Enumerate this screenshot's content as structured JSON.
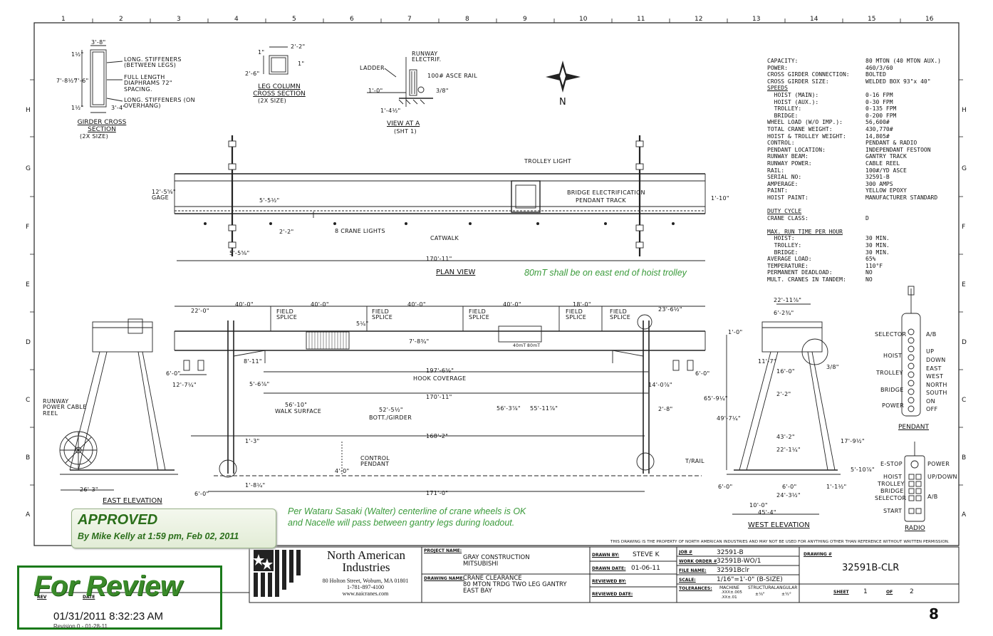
{
  "grid": {
    "columns": [
      "1",
      "2",
      "3",
      "4",
      "5",
      "6",
      "7",
      "8",
      "9",
      "10",
      "11",
      "12",
      "13",
      "14",
      "15",
      "16"
    ],
    "rows": [
      "H",
      "G",
      "F",
      "E",
      "D",
      "C",
      "B",
      "A"
    ]
  },
  "girder_section": {
    "dims": {
      "top": "3'-8\"",
      "left_top": "1½\"",
      "height_outer": "7'-8½\"",
      "height_inner": "7'-6\"",
      "bottom_left": "1½\"",
      "bottom": "3'-4\""
    },
    "callouts": [
      "LONG. STIFFENERS (BETWEEN LEGS)",
      "FULL LENGTH DIAPHRAMS 72\" SPACING.",
      "LONG. STIFFENERS (ON OVERHANG)"
    ],
    "title": "GIRDER CROSS SECTION",
    "scale": "(2X SIZE)"
  },
  "leg_section": {
    "dims": {
      "top_right": "2'-2\"",
      "top_left": "1\"",
      "right": "1\"",
      "left": "2'-6\""
    },
    "title": "LEG COLUMN CROSS SECTION",
    "scale": "(2X SIZE)"
  },
  "view_a": {
    "labels": {
      "runway": "RUNWAY ELECTRIF.",
      "ladder": "LADDER",
      "rail": "100# ASCE RAIL",
      "dim_left": "1'-0\"",
      "dim_small": "3/8\"",
      "dim_bottom": "1'-4½\""
    },
    "title": "VIEW AT A",
    "ref": "(SHT 1)"
  },
  "compass": {
    "label": "N"
  },
  "specs": {
    "rows": [
      {
        "k": "CAPACITY:",
        "v": "80 MTON (40 MTON AUX.)"
      },
      {
        "k": "POWER:",
        "v": "460/3/60"
      },
      {
        "k": "CROSS GIRDER CONNECTION:",
        "v": "BOLTED"
      },
      {
        "k": "CROSS GIRDER SIZE:",
        "v": "WELDED BOX 93\"x 40\""
      },
      {
        "k": "SPEEDS",
        "v": "",
        "u": true
      },
      {
        "k": "  HOIST (MAIN):",
        "v": "0-16 FPM"
      },
      {
        "k": "  HOIST (AUX.):",
        "v": "0-30 FPM"
      },
      {
        "k": "  TROLLEY:",
        "v": "0-135 FPM"
      },
      {
        "k": "  BRIDGE:",
        "v": "0-200 FPM"
      },
      {
        "k": "WHEEL LOAD (W/O IMP.):",
        "v": "56,600#"
      },
      {
        "k": "TOTAL CRANE WEIGHT:",
        "v": "430,770#"
      },
      {
        "k": "HOIST & TROLLEY WEIGHT:",
        "v": "14,805#"
      },
      {
        "k": "CONTROL:",
        "v": "PENDANT & RADIO"
      },
      {
        "k": "PENDANT LOCATION:",
        "v": "INDEPENDANT FESTOON"
      },
      {
        "k": "RUNWAY BEAM:",
        "v": "GANTRY TRACK"
      },
      {
        "k": "RUNWAY POWER:",
        "v": "CABLE REEL"
      },
      {
        "k": "RAIL:",
        "v": "100#/YD ASCE"
      },
      {
        "k": "SERIAL NO:",
        "v": "32591-B"
      },
      {
        "k": "AMPERAGE:",
        "v": "300 AMPS"
      },
      {
        "k": "PAINT:",
        "v": "YELLOW EPOXY"
      },
      {
        "k": "HOIST PAINT:",
        "v": "MANUFACTURER STANDARD"
      },
      {
        "k": "",
        "v": ""
      },
      {
        "k": "DUTY CYCLE",
        "v": "",
        "u": true
      },
      {
        "k": "CRANE CLASS:",
        "v": "D"
      },
      {
        "k": "",
        "v": ""
      },
      {
        "k": "MAX. RUN TIME PER HOUR",
        "v": "",
        "u": true
      },
      {
        "k": "  HOIST:",
        "v": "30 MIN."
      },
      {
        "k": "  TROLLEY:",
        "v": "30 MIN."
      },
      {
        "k": "  BRIDGE:",
        "v": "30 MIN."
      },
      {
        "k": "AVERAGE LOAD:",
        "v": "65%"
      },
      {
        "k": "TEMPERATURE:",
        "v": "110°F"
      },
      {
        "k": "PERMANENT DEADLOAD:",
        "v": "NO"
      },
      {
        "k": "MULT. CRANES IN TANDEM:",
        "v": "NO"
      }
    ]
  },
  "plan_view": {
    "labels": {
      "trolley_light": "TROLLEY LIGHT",
      "bridge_elec": "BRIDGE ELECTRIFICATION",
      "pendant_track": "PENDANT TRACK",
      "gage_label": "12'-5⅝\" GAGE",
      "dim_right": "1'-10\"",
      "dim_top": "5'-5½\"",
      "dim_22": "2'-2\"",
      "crane_lights": "8 CRANE LIGHTS",
      "catwalk": "CATWALK",
      "dim_bottom": "5'-5⅝\"",
      "overall": "170'-11\""
    },
    "title": "PLAN VIEW"
  },
  "note_east": "80mT shall be on east end of hoist trolley",
  "front_elevation": {
    "top_dims": [
      "22'-0\"",
      "40'-0\"",
      "40'-0\"",
      "40'-0\"",
      "40'-0\"",
      "18'-0\"",
      "23'-6½\""
    ],
    "splice": "FIELD SPLICE",
    "labels": {
      "d54": "5¼\"",
      "d78": "7'-8¾\"",
      "mt40": "40mT",
      "mt80": "80mT",
      "d811": "8'-11\"",
      "hook_dim": "197'-6⅝\"",
      "hook": "HOOK COVERAGE",
      "d56": "5'-6⅞\"",
      "d6l": "6'-0\"",
      "d12": "12'-7¼\"",
      "d170": "170'-11\"",
      "d5610": "56'-10\"",
      "walk": "WALK SURFACE",
      "d525": "52'-5½\"",
      "bott": "BOTT./GIRDER",
      "d563": "56'-3⅞\"",
      "d551": "55'-11⅞\"",
      "d140": "14'-0⅞\"",
      "d28": "2'-8\"",
      "d168": "168'-2\"",
      "d13": "1'-3\"",
      "ctrl": "CONTROL PENDANT",
      "d40": "4'-0\"",
      "d18": "1'-8¼\"",
      "d171": "171'-0\"",
      "d6b": "6'-0\"",
      "d6r": "6'-0\""
    }
  },
  "east_elevation": {
    "title": "EAST ELEVATION",
    "labels": {
      "reel": "RUNWAY POWER CABLE REEL",
      "d263": "26'-3\""
    }
  },
  "west_elevation": {
    "title": "WEST ELEVATION",
    "labels": {
      "d2211": "22'-11⅞\"",
      "d623": "6'-2¾\"",
      "d10": "1'-0\"",
      "d117": "11'-7\"",
      "d160": "16'-0\"",
      "d38": "3/8\"",
      "d659": "65'-9¼\"",
      "d22": "2'-2\"",
      "d497": "49'-7¼\"",
      "d432": "43'-2\"",
      "d221": "22'-1¼\"",
      "d179": "17'-9½\"",
      "trail": "T/RAIL",
      "d510": "5'-10⅞\"",
      "d60a": "6'-0\"",
      "d60b": "6'-0\"",
      "d11": "1'-1½\"",
      "d243": "24'-3½\"",
      "d100": "10'-0\"",
      "d454": "45'-4\""
    }
  },
  "pendant": {
    "title": "PENDANT",
    "left": [
      "SELECTOR",
      "HOIST",
      "TROLLEY",
      "BRIDGE",
      "POWER"
    ],
    "right": [
      "A/B",
      "UP",
      "DOWN",
      "EAST",
      "WEST",
      "NORTH",
      "SOUTH",
      "ON",
      "OFF"
    ]
  },
  "radio": {
    "title": "RADIO",
    "left": [
      "E-STOP",
      "HOIST",
      "TROLLEY",
      "BRIDGE",
      "SELECTOR",
      "START"
    ],
    "right": [
      "POWER",
      "UP/DOWN",
      "A/B"
    ]
  },
  "approved": {
    "title": "APPROVED",
    "by": "By Mike Kelly at 1:59 pm, Feb 02, 2011"
  },
  "note_loadout": {
    "line1": "Per Wataru Sasaki (Walter) centerline of crane wheels is OK",
    "line2": "and Nacelle will pass between gantry legs during loadout."
  },
  "property_notice": "THIS DRAWING IS THE PROPERTY OF NORTH AMERICAN INDUSTRIES AND MAY NOT BE USED FOR ANYTHING OTHER THAN REFERENCE WITHOUT WRITTEN PERMISSION.",
  "title_block": {
    "company": {
      "line1": "North American",
      "line2": "Industries",
      "address": "80 Holton Street, Woburn, MA 01801",
      "phone": "1-781-897-4100",
      "web": "www.naicranes.com"
    },
    "project_label": "PROJECT NAME:",
    "project": [
      "GRAY CONSTRUCTION",
      "MITSUBISHI"
    ],
    "drawing_label": "DRAWING NAME:",
    "drawing": [
      "CRANE CLEARANCE",
      "80 MTON TRDG TWO LEG GANTRY",
      "EAST BAY"
    ],
    "drawn_by_label": "DRAWN BY:",
    "drawn_by": "STEVE K",
    "drawn_date_label": "DRAWN DATE:",
    "drawn_date": "01-06-11",
    "reviewed_by_label": "REVIEWED BY:",
    "reviewed_date_label": "REVIEWED DATE:",
    "job_label": "JOB #",
    "job": "32591-B",
    "wo_label": "WORK ORDER #",
    "wo": "32591B-WO/1",
    "file_label": "FILE NAME:",
    "file": "32591Bclr",
    "scale_label": "SCALE:",
    "scale": "1/16\"=1'-0\" (B-SIZE)",
    "tol_label": "TOLERANCES:",
    "tol_machine": "MACHINE",
    ".xxx": ".XXX±.005",
    ".xx": ".XX±.01",
    "tol_struct": "STRUCTURAL",
    "tol_s": "±⅛\"",
    "tol_ang": "ANGULAR",
    "tol_a": "±½°",
    "drawing_no_label": "DRAWING #",
    "drawing_no": "32591B-CLR",
    "sheet_label": "SHEET",
    "sheet": "1",
    "of_label": "OF",
    "of": "2",
    "rev_label": "REV",
    "date_label": "DATE"
  },
  "review_stamp": {
    "title": "For Review",
    "stamp": "01/31/2011  8:32:23 AM",
    "revision": "Revision 0 - 01-28-11"
  },
  "page_number": "8",
  "colors": {
    "green": "#3a9a3a",
    "dark_green": "#2a6e1a",
    "stamp_border": "#1a7a1a"
  }
}
